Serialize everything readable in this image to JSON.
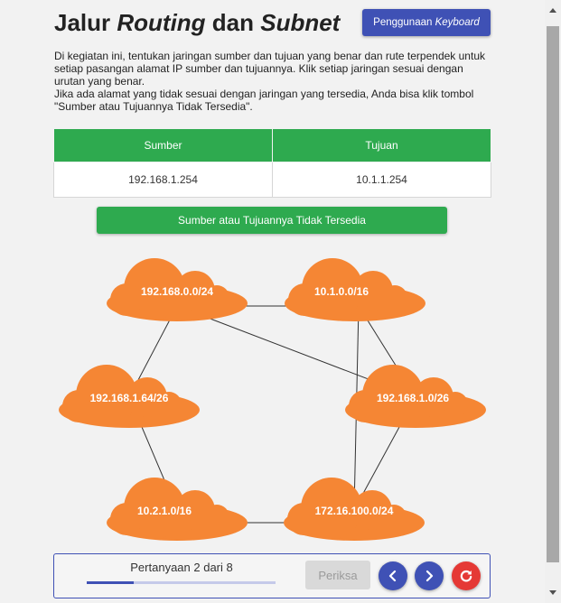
{
  "title": {
    "part1": "Jalur ",
    "part2": "Routing",
    "part3": " dan ",
    "part4": "Subnet"
  },
  "keyboard_button": {
    "prefix": "Penggunaan ",
    "italic": "Keyboard"
  },
  "instructions": {
    "line1": "Di kegiatan ini, tentukan jaringan sumber dan tujuan yang benar dan rute terpendek untuk setiap pasangan alamat IP sumber dan tujuannya. Klik setiap jaringan sesuai dengan urutan yang benar.",
    "line2": "Jika ada alamat yang tidak sesuai dengan jaringan yang tersedia, Anda bisa klik tombol \"Sumber atau Tujuannya Tidak Tersedia\"."
  },
  "table": {
    "headers": [
      "Sumber",
      "Tujuan"
    ],
    "source": "192.168.1.254",
    "destination": "10.1.1.254"
  },
  "not_available_button": "Sumber atau Tujuannya Tidak Tersedia",
  "networks": {
    "n1": "192.168.0.0/24",
    "n2": "10.1.0.0/16",
    "n3": "192.168.1.64/26",
    "n4": "192.168.1.0/26",
    "n5": "10.2.1.0/16",
    "n6": "172.16.100.0/24"
  },
  "footer": {
    "question_label": "Pertanyaan 2 dari 8",
    "progress_fraction": 0.25,
    "check_label": "Periksa",
    "prev_icon": "chevron-left-icon",
    "next_icon": "chevron-right-icon",
    "reset_icon": "reset-icon"
  },
  "colors": {
    "accent_blue": "#3f51b5",
    "table_green": "#2eaa4f",
    "cloud_orange": "#f58634",
    "reset_red": "#e53935"
  }
}
